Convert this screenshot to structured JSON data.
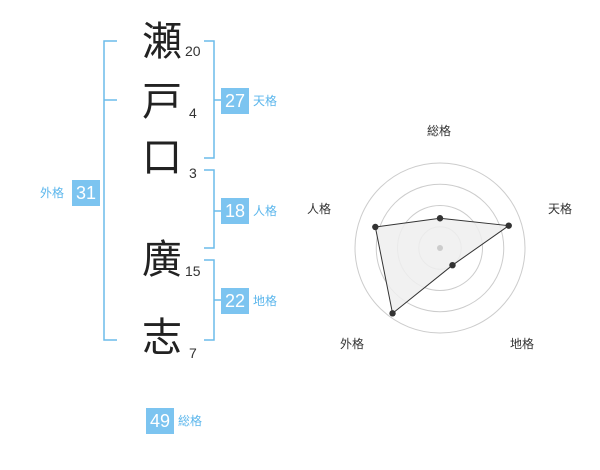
{
  "name": {
    "chars": [
      {
        "char": "瀬",
        "strokes": "20"
      },
      {
        "char": "戸",
        "strokes": "4"
      },
      {
        "char": "口",
        "strokes": "3"
      },
      {
        "char": "廣",
        "strokes": "15"
      },
      {
        "char": "志",
        "strokes": "7"
      }
    ]
  },
  "fortunes": {
    "tenkaku": {
      "value": "27",
      "label": "天格"
    },
    "jinkaku": {
      "value": "18",
      "label": "人格"
    },
    "chikaku": {
      "value": "22",
      "label": "地格"
    },
    "gaikaku": {
      "value": "31",
      "label": "外格"
    },
    "soukaku": {
      "value": "49",
      "label": "総格"
    }
  },
  "radar": {
    "axes": [
      {
        "label": "総格",
        "value": 0.35
      },
      {
        "label": "天格",
        "value": 0.85
      },
      {
        "label": "地格",
        "value": 0.25
      },
      {
        "label": "外格",
        "value": 0.95
      },
      {
        "label": "人格",
        "value": 0.8
      }
    ],
    "rings": 4,
    "colors": {
      "ring": "#cccccc",
      "fill": "#eeeeee",
      "line": "#333333",
      "point": "#333333"
    }
  },
  "colors": {
    "accent": "#7cc4f0",
    "bracket": "#6cbcea",
    "label": "#5bb6ec"
  }
}
